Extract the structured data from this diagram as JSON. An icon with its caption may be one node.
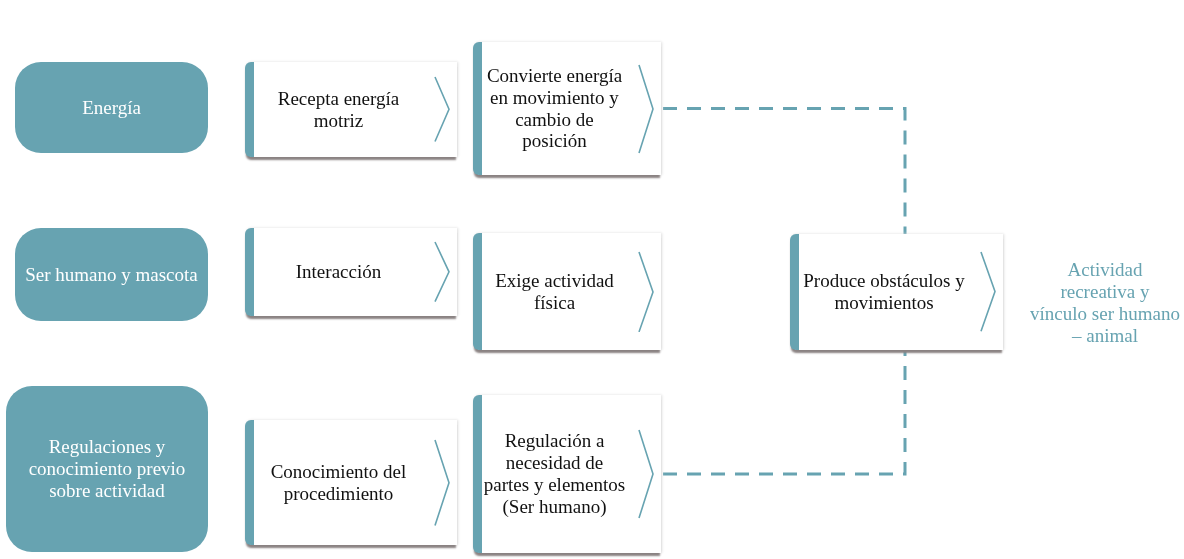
{
  "diagram": {
    "nodes": [
      {
        "text": [
          "Energía"
        ]
      },
      {
        "text": [
          "Recepta energía motriz"
        ]
      },
      {
        "text": [
          "Convierte energía en movimiento y cambio de posición"
        ]
      },
      {
        "text": [
          "Ser humano y mascota"
        ]
      },
      {
        "text": [
          "Interacción"
        ]
      },
      {
        "text": [
          "Exige actividad física"
        ]
      },
      {
        "text": [
          "Produce obstáculos y movimientos"
        ]
      },
      {
        "text": [
          "Actividad recreativa y vínculo ser humano – animal"
        ]
      },
      {
        "text": [
          "Regulaciones y conocimiento previo sobre actividad"
        ]
      },
      {
        "text": [
          "Conocimiento del procedimiento"
        ]
      },
      {
        "text": [
          "Regulación a necesidad de partes y elementos (Ser humano)"
        ]
      }
    ],
    "edges": [
      {
        "from": 2,
        "to": 6,
        "arrow": "none",
        "style": "dashed"
      },
      {
        "from": 10,
        "to": 6,
        "arrow": "none",
        "style": "dashed"
      }
    ]
  }
}
